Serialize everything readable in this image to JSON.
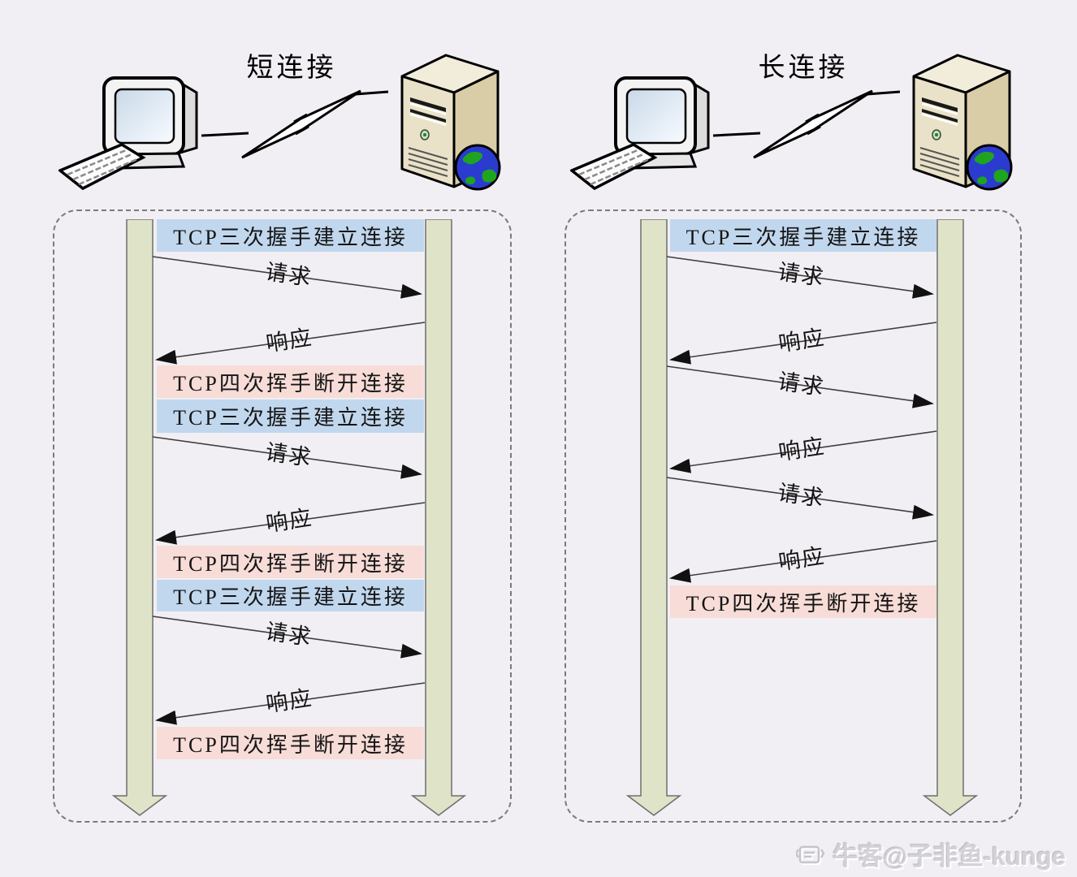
{
  "colors": {
    "bg": "#f1eff4",
    "banner_blue": "#c1d7ee",
    "banner_pink": "#f7dcd7",
    "lifeline_fill": "#dfe4c9",
    "lifeline_border": "#6f6f6f",
    "arrow_line": "#3f3f3f",
    "dash": "#7a7a7a"
  },
  "icons": {
    "client": "desktop-computer-icon",
    "link": "lightning-link-icon",
    "server": "server-globe-icon",
    "watermark_logo": "niuke-logo-icon"
  },
  "panels": [
    {
      "title": "短连接",
      "rows": [
        {
          "type": "banner",
          "style": "blue",
          "label": "TCP三次握手建立连接"
        },
        {
          "type": "arrow",
          "dir": "right",
          "label": "请求"
        },
        {
          "type": "arrow",
          "dir": "left",
          "label": "响应"
        },
        {
          "type": "banner",
          "style": "pink",
          "label": "TCP四次挥手断开连接"
        },
        {
          "type": "banner",
          "style": "blue",
          "label": "TCP三次握手建立连接"
        },
        {
          "type": "arrow",
          "dir": "right",
          "label": "请求"
        },
        {
          "type": "arrow",
          "dir": "left",
          "label": "响应"
        },
        {
          "type": "banner",
          "style": "pink",
          "label": "TCP四次挥手断开连接"
        },
        {
          "type": "banner",
          "style": "blue",
          "label": "TCP三次握手建立连接"
        },
        {
          "type": "arrow",
          "dir": "right",
          "label": "请求"
        },
        {
          "type": "arrow",
          "dir": "left",
          "label": "响应"
        },
        {
          "type": "banner",
          "style": "pink",
          "label": "TCP四次挥手断开连接"
        }
      ]
    },
    {
      "title": "长连接",
      "rows": [
        {
          "type": "banner",
          "style": "blue",
          "label": "TCP三次握手建立连接"
        },
        {
          "type": "arrow",
          "dir": "right",
          "label": "请求"
        },
        {
          "type": "arrow",
          "dir": "left",
          "label": "响应"
        },
        {
          "type": "arrow",
          "dir": "right",
          "label": "请求"
        },
        {
          "type": "arrow",
          "dir": "left",
          "label": "响应"
        },
        {
          "type": "arrow",
          "dir": "right",
          "label": "请求"
        },
        {
          "type": "arrow",
          "dir": "left",
          "label": "响应"
        },
        {
          "type": "banner",
          "style": "pink",
          "label": "TCP四次挥手断开连接"
        }
      ]
    }
  ],
  "watermark": {
    "text": "牛客@子非鱼-kunge"
  }
}
